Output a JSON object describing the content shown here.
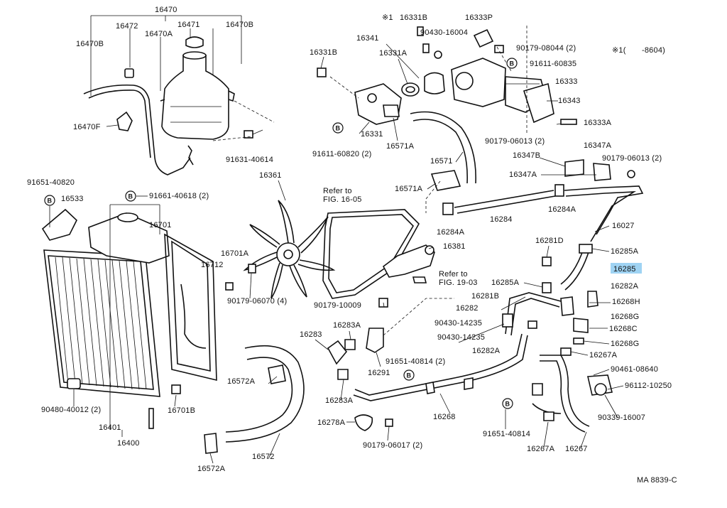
{
  "diagram": {
    "note": "※1(　　-8604)",
    "code": "MA 8839-C",
    "circle_marker": "B",
    "highlight_color": "#9fd3f3",
    "parts": [
      "16470",
      "16472",
      "16471",
      "16470A",
      "16470B",
      "16470B",
      "16470F",
      "91631-40614",
      "91651-40820",
      "16533",
      "91661-40618 (2)",
      "16701",
      "16701A",
      "16712",
      "16361",
      "90179-06070 (4)",
      "Refer to",
      "FIG. 16-05",
      "16381",
      "Refer to",
      "FIG. 19-03",
      "90179-10009",
      "※1",
      "16331B",
      "16333P",
      "90430-16004",
      "16341",
      "16331A",
      "90179-08044 (2)",
      "91611-60835",
      "16333",
      "16343",
      "16331",
      "16571A",
      "16571",
      "16333A",
      "90179-06013 (2)",
      "91611-60820 (2)",
      "16347B",
      "16347A",
      "16347A",
      "90179-06013 (2)",
      "16571A",
      "16284",
      "16284A",
      "16284A",
      "16027",
      "16281D",
      "16285A",
      "16285",
      "16285A",
      "16282A",
      "16281B",
      "16268H",
      "16282",
      "16268G",
      "90430-14235",
      "90430-14235",
      "16268C",
      "16268G",
      "16282A",
      "16267A",
      "16283",
      "16283A",
      "16291",
      "91651-40814 (2)",
      "16572A",
      "16283A",
      "90461-08640",
      "96112-10250",
      "16268",
      "16278A",
      "90179-06017 (2)",
      "90339-16007",
      "91651-40814",
      "16267A",
      "16267",
      "16572",
      "16572A",
      "90480-40012 (2)",
      "16401",
      "16400",
      "16701B",
      "16331B"
    ],
    "highlighted_part": "16285"
  }
}
